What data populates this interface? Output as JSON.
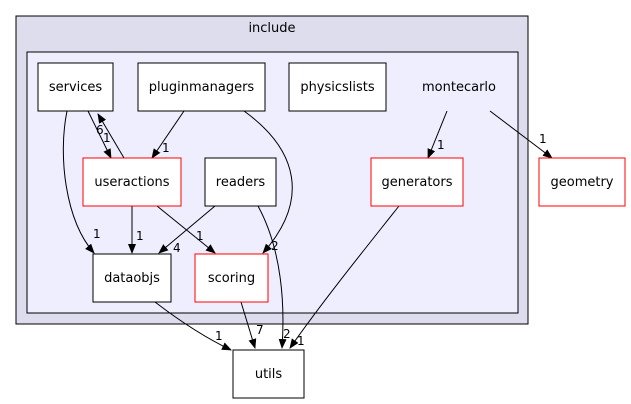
{
  "colors": {
    "outer_cluster_fill": "#ddddee",
    "inner_cluster_fill": "#eeeeff",
    "node_normal_border": "#000000",
    "node_highlight_border": "#ff0000",
    "edge": "#000000"
  },
  "clusters": {
    "outer": {
      "label": "include"
    },
    "inner": {
      "label": ""
    }
  },
  "nodes": {
    "services": {
      "label": "services",
      "style": "normal"
    },
    "pluginmanagers": {
      "label": "pluginmanagers",
      "style": "normal"
    },
    "physicslists": {
      "label": "physicslists",
      "style": "normal"
    },
    "montecarlo": {
      "label": "montecarlo",
      "style": "plain"
    },
    "useractions": {
      "label": "useractions",
      "style": "highlight"
    },
    "readers": {
      "label": "readers",
      "style": "normal"
    },
    "generators": {
      "label": "generators",
      "style": "highlight"
    },
    "geometry": {
      "label": "geometry",
      "style": "highlight"
    },
    "dataobjs": {
      "label": "dataobjs",
      "style": "normal"
    },
    "scoring": {
      "label": "scoring",
      "style": "highlight"
    },
    "utils": {
      "label": "utils",
      "style": "normal"
    }
  },
  "edges": [
    {
      "id": "services_to_useractions",
      "from": "services",
      "to": "useractions",
      "label": "1"
    },
    {
      "id": "useractions_to_services",
      "from": "useractions",
      "to": "services",
      "label": "6"
    },
    {
      "id": "services_to_dataobjs",
      "from": "services",
      "to": "dataobjs",
      "label": "1"
    },
    {
      "id": "pluginmanagers_to_useractions",
      "from": "pluginmanagers",
      "to": "useractions",
      "label": "1"
    },
    {
      "id": "pluginmanagers_to_scoring",
      "from": "pluginmanagers",
      "to": "scoring",
      "label": "2"
    },
    {
      "id": "montecarlo_to_generators",
      "from": "montecarlo",
      "to": "generators",
      "label": "1"
    },
    {
      "id": "montecarlo_to_geometry",
      "from": "montecarlo",
      "to": "geometry",
      "label": "1"
    },
    {
      "id": "useractions_to_dataobjs",
      "from": "useractions",
      "to": "dataobjs",
      "label": "1"
    },
    {
      "id": "useractions_to_scoring",
      "from": "useractions",
      "to": "scoring",
      "label": "1"
    },
    {
      "id": "readers_to_dataobjs",
      "from": "readers",
      "to": "dataobjs",
      "label": "4"
    },
    {
      "id": "readers_to_utils",
      "from": "readers",
      "to": "utils",
      "label": "2"
    },
    {
      "id": "generators_to_utils",
      "from": "generators",
      "to": "utils",
      "label": "1"
    },
    {
      "id": "dataobjs_to_utils",
      "from": "dataobjs",
      "to": "utils",
      "label": "1"
    },
    {
      "id": "scoring_to_utils",
      "from": "scoring",
      "to": "utils",
      "label": "7"
    }
  ]
}
